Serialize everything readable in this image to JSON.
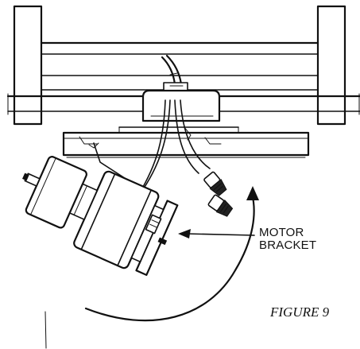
{
  "labels": {
    "motor_bracket_line1": "MOTOR",
    "motor_bracket_line2": "BRACKET",
    "figure_caption": "FIGURE 9"
  }
}
